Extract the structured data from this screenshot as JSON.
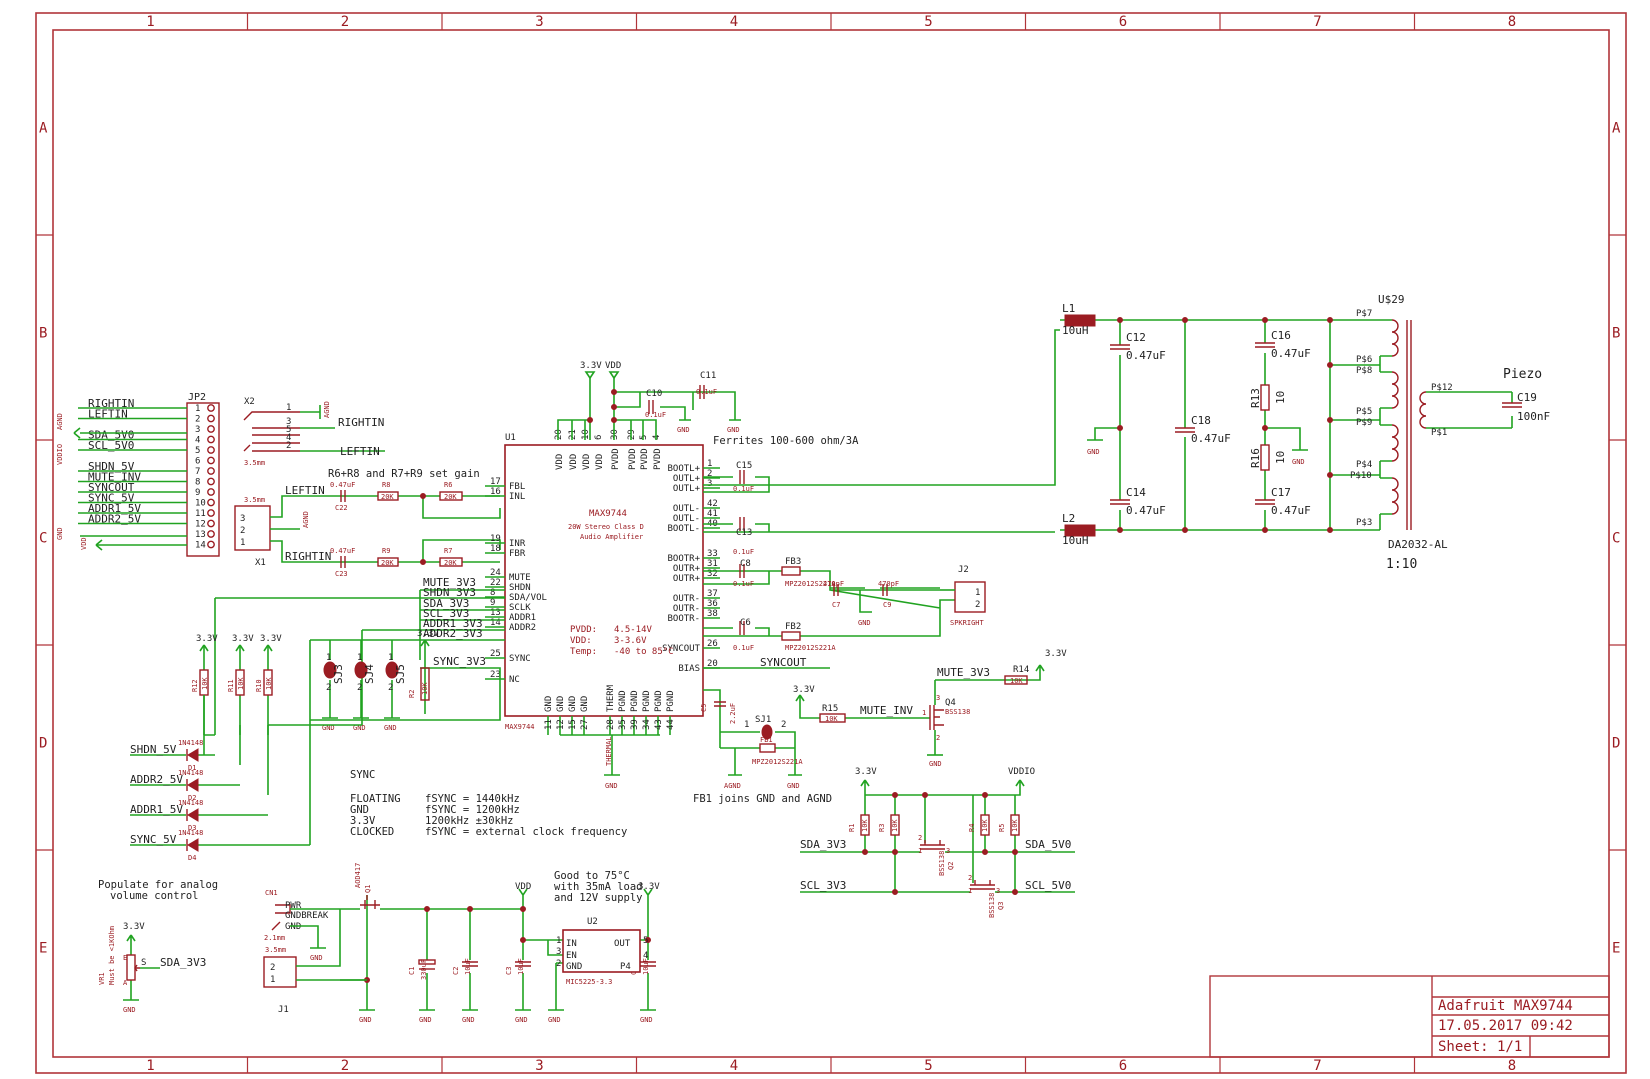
{
  "frame": {
    "columns": [
      "1",
      "2",
      "3",
      "4",
      "5",
      "6",
      "7",
      "8"
    ],
    "rows": [
      "A",
      "B",
      "C",
      "D",
      "E"
    ]
  },
  "colors": {
    "frame": "#b0353a",
    "wire": "#21a321",
    "part": "#9b1c22"
  },
  "title_block": {
    "title": "Adafruit MAX9744",
    "date": "17.05.2017 09:42",
    "sheet": "Sheet: 1/1"
  },
  "jp2": {
    "ref": "JP2",
    "pins": [
      "1",
      "2",
      "3",
      "4",
      "5",
      "6",
      "7",
      "8",
      "9",
      "10",
      "11",
      "12",
      "13",
      "14"
    ],
    "nets": [
      "RIGHTIN",
      "LEFTIN",
      "",
      "SDA_5V0",
      "SCL_5V0",
      "",
      "SHDN_5V",
      "MUTE_INV",
      "SYNCOUT",
      "SYNC_5V",
      "ADDR1_5V",
      "ADDR2_5V",
      "",
      ""
    ],
    "agnd_label": "AGND",
    "vddio_label": "VDDIO",
    "gnd_label": "GND",
    "vdd_label": "VDD"
  },
  "x2": {
    "ref": "X2",
    "size": "3.5mm",
    "pins": [
      "1",
      "3",
      "5",
      "4",
      "2"
    ],
    "net_right": "RIGHTIN",
    "net_left": "LEFTIN",
    "agnd": "AGND"
  },
  "x1": {
    "ref": "X1",
    "size": "3.5mm",
    "pins": [
      "3",
      "2",
      "1"
    ],
    "agnd": "AGND",
    "net_left": "LEFTIN",
    "net_right": "RIGHTIN"
  },
  "gain_note": "R6+R8 and R7+R9 set gain",
  "input_parts": {
    "c22": "C22",
    "c23": "C23",
    "cval": "0.47uF",
    "r8": "R8",
    "r6": "R6",
    "r9": "R9",
    "r7": "R7",
    "rval": "20K"
  },
  "u1": {
    "ref": "U1",
    "name": "MAX9744",
    "desc1": "20W Stereo Class D",
    "desc2": "Audio Amplifier",
    "footer": "MAX9744",
    "left_pins": [
      {
        "num": "17",
        "name": "FBL"
      },
      {
        "num": "16",
        "name": "INL"
      },
      {
        "num": "19",
        "name": "INR"
      },
      {
        "num": "18",
        "name": "FBR"
      },
      {
        "num": "24",
        "name": "MUTE"
      },
      {
        "num": "22",
        "name": "SHDN"
      },
      {
        "num": "8",
        "name": "SDA/VOL"
      },
      {
        "num": "9",
        "name": "SCLK"
      },
      {
        "num": "13",
        "name": "ADDR1"
      },
      {
        "num": "14",
        "name": "ADDR2"
      },
      {
        "num": "25",
        "name": "SYNC"
      },
      {
        "num": "23",
        "name": "NC"
      }
    ],
    "right_pins": [
      {
        "num": "1",
        "name": "BOOTL+"
      },
      {
        "num": "2",
        "name": "OUTL+"
      },
      {
        "num": "3",
        "name": "OUTL+"
      },
      {
        "num": "42",
        "name": "OUTL-"
      },
      {
        "num": "41",
        "name": "OUTL-"
      },
      {
        "num": "40",
        "name": "BOOTL-"
      },
      {
        "num": "33",
        "name": "BOOTR+"
      },
      {
        "num": "31",
        "name": "OUTR+"
      },
      {
        "num": "32",
        "name": "OUTR+"
      },
      {
        "num": "37",
        "name": "OUTR-"
      },
      {
        "num": "36",
        "name": "OUTR-"
      },
      {
        "num": "38",
        "name": "BOOTR-"
      },
      {
        "num": "26",
        "name": "SYNCOUT"
      },
      {
        "num": "20",
        "name": "BIAS"
      }
    ],
    "top_pins": [
      {
        "num": "20",
        "name": "VDD"
      },
      {
        "num": "21",
        "name": "VDD"
      },
      {
        "num": "10",
        "name": "VDD"
      },
      {
        "num": "6",
        "name": "VDD"
      },
      {
        "num": "30",
        "name": "PVDD"
      },
      {
        "num": "29",
        "name": "PVDD"
      },
      {
        "num": "5",
        "name": "PVDD"
      },
      {
        "num": "4",
        "name": "PVDD"
      }
    ],
    "bottom_pins": [
      {
        "num": "11",
        "name": "GND"
      },
      {
        "num": "12",
        "name": "GND"
      },
      {
        "num": "15",
        "name": "GND"
      },
      {
        "num": "27",
        "name": "GND"
      },
      {
        "num": "28",
        "name": "THERM"
      },
      {
        "num": "35",
        "name": "PGND"
      },
      {
        "num": "39",
        "name": "PGND"
      },
      {
        "num": "34",
        "name": "PGND"
      },
      {
        "num": "43",
        "name": "PGND"
      },
      {
        "num": "44",
        "name": "PGND"
      }
    ],
    "spec": [
      {
        "k": "PVDD:",
        "v": "4.5-14V"
      },
      {
        "k": "VDD:",
        "v": "3-3.6V"
      },
      {
        "k": "Temp:",
        "v": "-40 to 85°C"
      }
    ]
  },
  "left_nets": [
    "MUTE_3V3",
    "SHDN_3V3",
    "SDA_3V3",
    "SCL_3V3",
    "ADDR1_3V3",
    "ADDR2_3V3",
    "SYNC_3V3"
  ],
  "supply_top": {
    "v33": "3.3V",
    "vdd": "VDD",
    "c10": "C10",
    "c10v": "0.1uF",
    "c11": "C11",
    "c11v": "0.1uF",
    "gnd": "GND"
  },
  "ferrite_note": "Ferrites 100-600 ohm/3A",
  "out_caps": {
    "c15": "C15",
    "c13": "C13",
    "c8": "C8",
    "c6": "C6",
    "val": "0.1uF",
    "fb3": "FB3",
    "fb2": "FB2",
    "fbval": "MPZ2012S221A",
    "c7": "C7",
    "c7v": "470pF",
    "c9": "C9",
    "c9v": "470pF",
    "gnd": "GND"
  },
  "j2": {
    "ref": "J2",
    "pins": [
      "1",
      "2"
    ],
    "name": "SPKRIGHT"
  },
  "syncout_net": "SYNCOUT",
  "bias": {
    "c5": "C5",
    "c5v": "2.2uF",
    "sj1": "SJ1",
    "pin1": "1",
    "pin2": "2",
    "fb1": "FB1",
    "fb1v": "MPZ2012S221A",
    "agnd": "AGND",
    "gnd": "GND"
  },
  "fb1_note": "FB1 joins GND and AGND",
  "therm_label": "THERMAL",
  "therm_gnd": "GND",
  "solder_jumpers": [
    {
      "ref": "SJ3",
      "p1": "1",
      "p2": "2"
    },
    {
      "ref": "SJ4",
      "p1": "1",
      "p2": "2"
    },
    {
      "ref": "SJ5",
      "p1": "1",
      "p2": "2"
    }
  ],
  "sj_gnd": "GND",
  "r2": {
    "ref": "R2",
    "val": "10K",
    "rail": "3.3V"
  },
  "pullups": [
    {
      "ref": "R12",
      "val": "10K",
      "rail": "3.3V"
    },
    {
      "ref": "R11",
      "val": "10K",
      "rail": "3.3V"
    },
    {
      "ref": "R10",
      "val": "10K",
      "rail": "3.3V"
    }
  ],
  "diodes": [
    {
      "net": "SHDN_5V",
      "ref": "D1",
      "type": "1N4148"
    },
    {
      "net": "ADDR2_5V",
      "ref": "D2",
      "type": "1N4148"
    },
    {
      "net": "ADDR1_5V",
      "ref": "D3",
      "type": "1N4148"
    },
    {
      "net": "SYNC_5V",
      "ref": "D4",
      "type": "1N4148"
    }
  ],
  "sync_table": {
    "title": "SYNC",
    "rows": [
      {
        "k": "FLOATING",
        "v": "fSYNC = 1440kHz"
      },
      {
        "k": "GND",
        "v": "fSYNC = 1200kHz"
      },
      {
        "k": "3.3V",
        "v": "1200kHz ±30kHz"
      },
      {
        "k": "CLOCKED",
        "v": "fSYNC = external clock frequency"
      }
    ]
  },
  "mute": {
    "net_top": "MUTE_3V3",
    "r14": "R14",
    "r14v": "10K",
    "rail": "3.3V",
    "q4": "Q4",
    "q4t": "BSS138",
    "r15": "R15",
    "r15v": "10K",
    "rail2": "3.3V",
    "net_in": "MUTE_INV",
    "gnd": "GND",
    "pins": [
      "3",
      "1",
      "2"
    ]
  },
  "level_shift": {
    "rail_l": "3.3V",
    "rail_r": "VDDIO",
    "r1": "R1",
    "r3": "R3",
    "r4": "R4",
    "r5": "R5",
    "val": "10K",
    "q2": "Q2",
    "q3": "Q3",
    "t": "BSS138",
    "sda_l": "SDA_3V3",
    "sda_r": "SDA_5V0",
    "scl_l": "SCL_3V3",
    "scl_r": "SCL_5V0",
    "pins": [
      "2",
      "1",
      "3"
    ]
  },
  "output_filter": {
    "l1": "L1",
    "l1v": "10uH",
    "l2": "L2",
    "l2v": "10uH",
    "c12": "C12",
    "c12v": "0.47uF",
    "c14": "C14",
    "c14v": "0.47uF",
    "c18": "C18",
    "c18v": "0.47uF",
    "c16": "C16",
    "c16v": "0.47uF",
    "c17": "C17",
    "c17v": "0.47uF",
    "r13": "R13",
    "r13v": "10",
    "r16": "R16",
    "r16v": "10",
    "gnd": "GND"
  },
  "transformer": {
    "ref": "U$29",
    "model": "DA2032-AL",
    "ratio": "1:10",
    "pins": [
      "P$7",
      "P$6",
      "P$8",
      "P$5",
      "P$9",
      "P$4",
      "P$10",
      "P$3"
    ],
    "sec": [
      "P$12",
      "P$1"
    ]
  },
  "piezo": {
    "label": "Piezo",
    "c19": "C19",
    "c19v": "100nF"
  },
  "vol": {
    "note1": "Populate for analog",
    "note2": "volume control",
    "ref": "VR1",
    "must1": "Must be <1KOhm",
    "rail": "3.3V",
    "pinE": "E",
    "pinS": "S",
    "pinA": "A",
    "net": "SDA_3V3",
    "gnd": "GND"
  },
  "power": {
    "cn1": "CN1",
    "pwr": "PWR",
    "gndbreak": "GNDBREAK",
    "gnd": "GND",
    "size": "2.1mm",
    "q1": "Q1",
    "q1t": "AOD417",
    "c1": "C1",
    "c1v": "330uF",
    "c2": "C2",
    "c2v": "10uF",
    "c3": "C3",
    "c3v": "10uF",
    "c4": "C4",
    "c4v": "10uF",
    "vdd": "VDD",
    "v33": "3.3V",
    "u2": "U2",
    "u2t": "MIC5225-3.3",
    "u2pins": [
      {
        "num": "1",
        "name": "IN"
      },
      {
        "num": "3",
        "name": "EN"
      },
      {
        "num": "2",
        "name": "GND"
      },
      {
        "num": "5",
        "name": "OUT"
      },
      {
        "num": "4",
        "name": "P4"
      }
    ],
    "note": [
      "Good to 75°C",
      "with 35mA load",
      "and 12V supply"
    ],
    "j1": "J1",
    "j1size": "3.5mm",
    "j1pins": [
      "2",
      "1"
    ]
  }
}
